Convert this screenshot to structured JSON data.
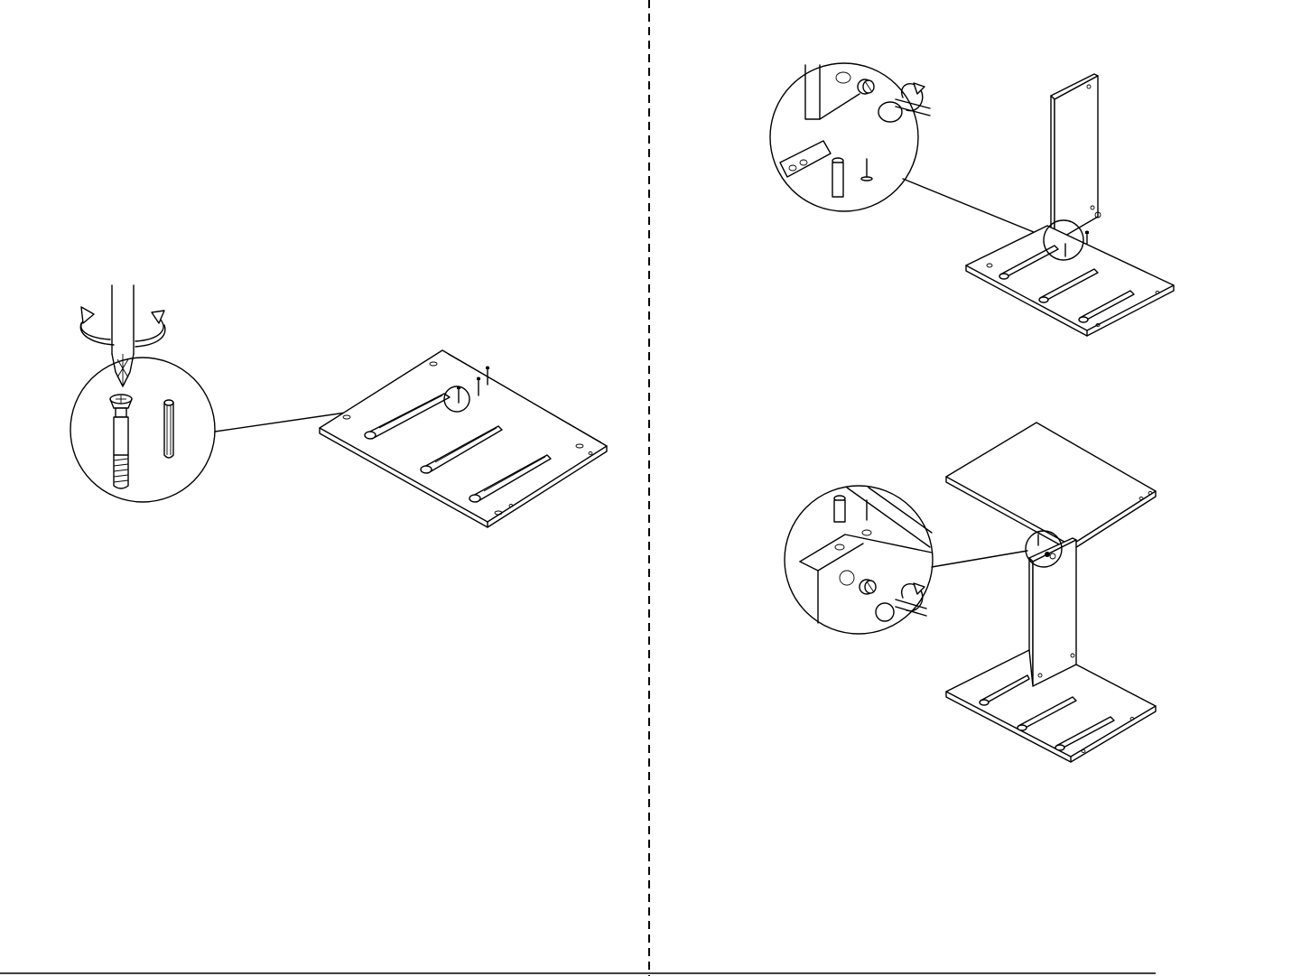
{
  "style": {
    "background": "#ffffff",
    "ink": "#000000"
  },
  "panels": [
    {
      "step": "left",
      "description_visible": false
    },
    {
      "step": "right-top"
    },
    {
      "step": "right-bottom"
    }
  ]
}
